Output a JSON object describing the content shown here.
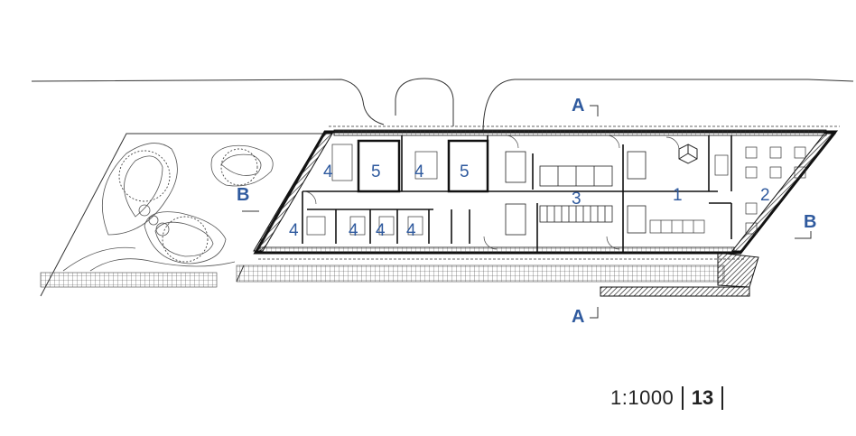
{
  "plan": {
    "rooms": [
      {
        "id": "r1",
        "label": "1"
      },
      {
        "id": "r2",
        "label": "2"
      },
      {
        "id": "r3",
        "label": "3"
      },
      {
        "id": "r4a",
        "label": "4"
      },
      {
        "id": "r4b",
        "label": "4"
      },
      {
        "id": "r4c",
        "label": "4"
      },
      {
        "id": "r4d",
        "label": "4"
      },
      {
        "id": "r4e",
        "label": "4"
      },
      {
        "id": "r4f",
        "label": "4"
      },
      {
        "id": "r5a",
        "label": "5"
      },
      {
        "id": "r5b",
        "label": "5"
      }
    ],
    "sections": [
      {
        "id": "a_top",
        "label": "A"
      },
      {
        "id": "a_bottom",
        "label": "A"
      },
      {
        "id": "b_left",
        "label": "B"
      },
      {
        "id": "b_right",
        "label": "B"
      }
    ]
  },
  "footer": {
    "scale": "1:1000",
    "page": "13"
  }
}
